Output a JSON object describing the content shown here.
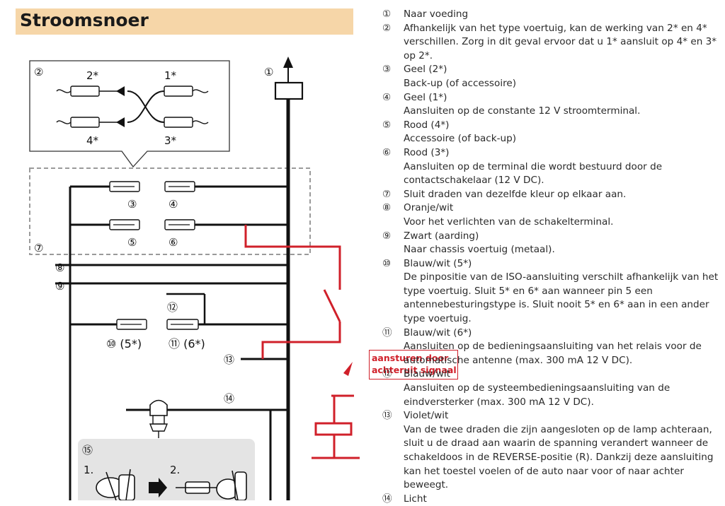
{
  "title": "Stroomsnoer",
  "diagram": {
    "labels": {
      "n1": "①",
      "n2": "②",
      "n3": "③",
      "n4": "④",
      "n5": "⑤",
      "n6": "⑥",
      "n7": "⑦",
      "n8": "⑧",
      "n9": "⑨",
      "n12": "⑫",
      "n13": "⑬",
      "n14": "⑭",
      "n15": "⑮",
      "star1": "1*",
      "star2": "2*",
      "star3": "3*",
      "star4": "4*",
      "n10_text": "⑩ (5*)",
      "n11_text": "⑪ (6*)",
      "step1": "1.",
      "step2": "2."
    },
    "colors": {
      "wire": "#111111",
      "annotation": "#d0202a",
      "dash": "#9a9a9a",
      "panel": "#e4e4e4"
    }
  },
  "annotation": {
    "line1": "aansturen door",
    "line2": "achteruit signaal"
  },
  "notes": [
    {
      "num": "①",
      "lines": [
        "Naar voeding"
      ]
    },
    {
      "num": "②",
      "lines": [
        "Afhankelijk van het type voertuig, kan de werking van 2* en 4* verschillen. Zorg in dit geval ervoor dat u 1* aansluit op 4* en 3* op 2*."
      ]
    },
    {
      "num": "③",
      "lines": [
        "Geel (2*)",
        "Back-up (of accessoire)"
      ]
    },
    {
      "num": "④",
      "lines": [
        "Geel (1*)",
        "Aansluiten op de constante 12 V stroomterminal."
      ]
    },
    {
      "num": "⑤",
      "lines": [
        "Rood (4*)",
        "Accessoire (of back-up)"
      ]
    },
    {
      "num": "⑥",
      "lines": [
        "Rood (3*)",
        "Aansluiten op de terminal die wordt bestuurd door de contactschakelaar (12 V DC)."
      ]
    },
    {
      "num": "⑦",
      "lines": [
        "Sluit draden van dezelfde kleur op elkaar aan."
      ]
    },
    {
      "num": "⑧",
      "lines": [
        "Oranje/wit",
        "Voor het verlichten van de schakelterminal."
      ]
    },
    {
      "num": "⑨",
      "lines": [
        "Zwart (aarding)",
        "Naar chassis voertuig (metaal)."
      ]
    },
    {
      "num": "⑩",
      "lines": [
        "Blauw/wit (5*)",
        "De pinpositie van de ISO-aansluiting verschilt afhankelijk van het type voertuig. Sluit 5* en 6* aan wanneer pin 5 een antennebesturingstype is. Sluit nooit 5* en 6* aan in een ander type voertuig."
      ]
    },
    {
      "num": "⑪",
      "lines": [
        "Blauw/wit (6*)",
        "Aansluiten op de bedieningsaansluiting van het relais voor de automatische antenne (max. 300 mA 12 V DC)."
      ]
    },
    {
      "num": "⑫",
      "lines": [
        "Blauw/wit",
        "Aansluiten op de systeembedieningsaansluiting van de eindversterker (max. 300 mA 12 V DC)."
      ]
    },
    {
      "num": "⑬",
      "lines": [
        "Violet/wit",
        "Van de twee draden die zijn aangesloten op de lamp achteraan, sluit u de draad aan waarin de spanning verandert wanneer de schakeldoos in de REVERSE-positie (R). Dankzij deze aansluiting kan het toestel voelen of de auto naar voor of naar achter beweegt."
      ]
    },
    {
      "num": "⑭",
      "lines": [
        "Licht"
      ]
    }
  ]
}
